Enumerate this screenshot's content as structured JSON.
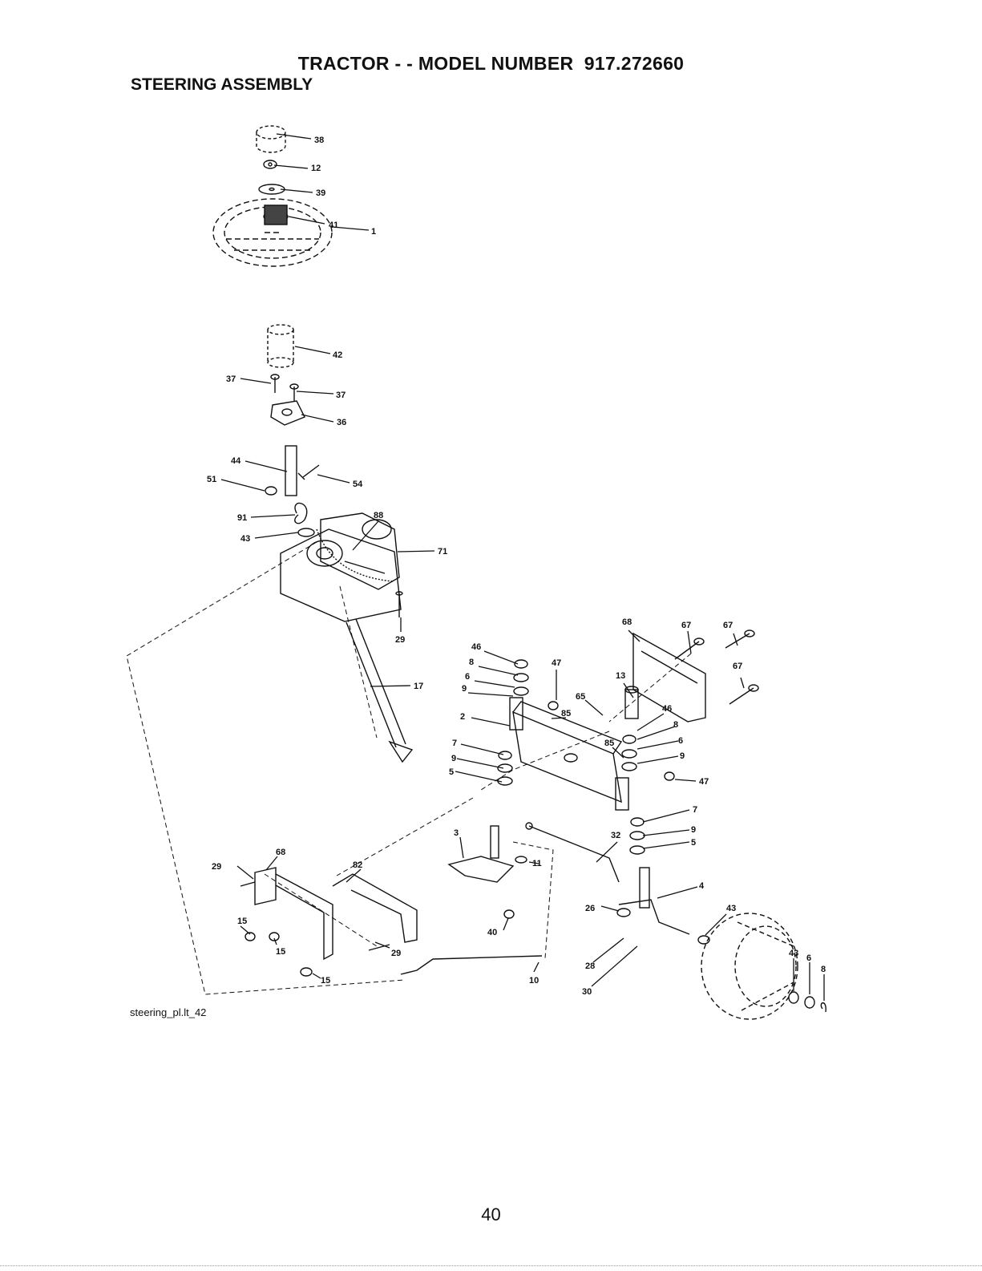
{
  "header": {
    "title": "TRACTOR - - MODEL NUMBER  917.272660",
    "subtitle": "STEERING ASSEMBLY"
  },
  "diagram": {
    "caption": "steering_pl.lt_42",
    "callouts": [
      "38",
      "12",
      "39",
      "1",
      "41",
      "42",
      "37",
      "37",
      "36",
      "44",
      "54",
      "51",
      "91",
      "43",
      "88",
      "71",
      "29",
      "17",
      "46",
      "8",
      "47",
      "6",
      "9",
      "65",
      "85",
      "68",
      "67",
      "67",
      "67",
      "13",
      "46",
      "8",
      "6",
      "85",
      "9",
      "2",
      "7",
      "9",
      "5",
      "47",
      "7",
      "9",
      "5",
      "32",
      "3",
      "11",
      "68",
      "82",
      "29",
      "4",
      "43",
      "26",
      "40",
      "15",
      "15",
      "29",
      "28",
      "15",
      "10",
      "30",
      "43",
      "6",
      "8"
    ]
  },
  "footer": {
    "page_number": "40"
  }
}
